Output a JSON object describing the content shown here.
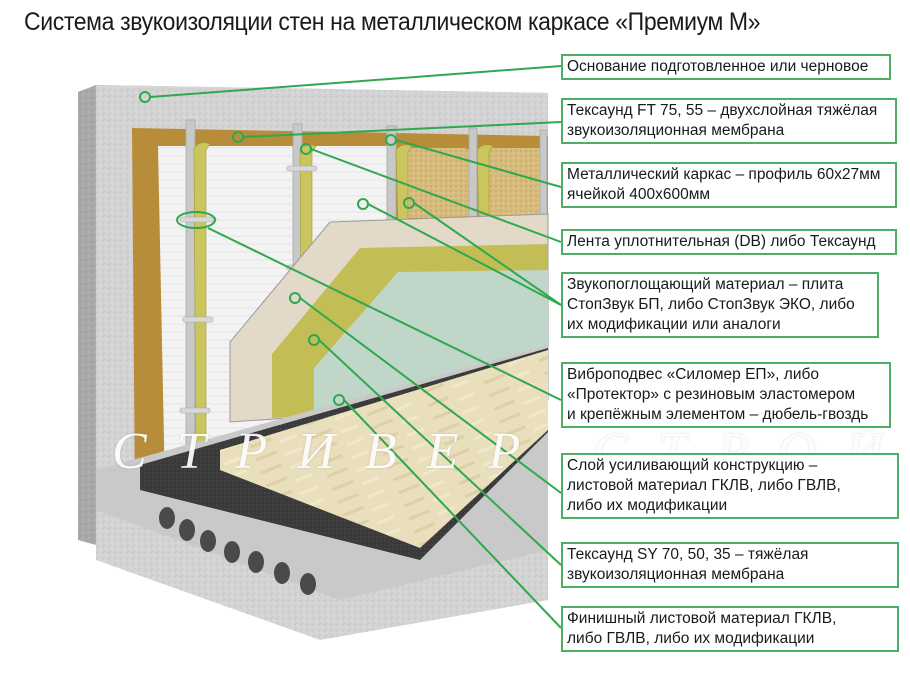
{
  "title": "Система звукоизоляции стен на металлическом каркасе «Премиум М»",
  "watermark": "СТРИВЕР СТРОЙ",
  "colors": {
    "leader_green": "#2fa84f",
    "box_border": "#4caf64",
    "concrete": "#cfcfcf",
    "membrane_brown": "#b88d3a",
    "tape_yellow": "#c9c35a",
    "insulation": "#d8bf84",
    "board_beige": "#e2d9c8",
    "board_green": "#bfd6c8",
    "floor_wood": "#e7dcb8",
    "floor_membrane": "#3d3d3d"
  },
  "labels": [
    {
      "id": "base",
      "lines": [
        "Основание подготовленное или черновое"
      ]
    },
    {
      "id": "texound-ft",
      "lines": [
        "Тексаунд FT 75, 55 – двухслойная тяжёлая",
        "звукоизоляционная мембрана"
      ]
    },
    {
      "id": "metal-frame",
      "lines": [
        "Металлический каркас – профиль 60х27мм",
        "ячейкой 400х600мм"
      ]
    },
    {
      "id": "sealing-tape",
      "lines": [
        "Лента уплотнительная (DB) либо Тексаунд"
      ]
    },
    {
      "id": "absorber",
      "lines": [
        "Звукопоглощающий материал – плита",
        "СтопЗвук БП, либо СтопЗвук ЭКО, либо",
        "их модификации или аналоги"
      ]
    },
    {
      "id": "vibro-hanger",
      "lines": [
        "Виброподвес «Силомер ЕП», либо",
        "«Протектор» с резиновым эластомером",
        "и крепёжным элементом – дюбель-гвоздь"
      ]
    },
    {
      "id": "reinforcing-layer",
      "lines": [
        "Слой усиливающий конструкцию –",
        "листовой материал ГКЛВ, либо ГВЛВ,",
        "либо их модификации"
      ]
    },
    {
      "id": "texound-sy",
      "lines": [
        "Тексаунд SY 70, 50, 35 – тяжёлая",
        "звукоизоляционная мембрана"
      ]
    },
    {
      "id": "finish-sheet",
      "lines": [
        "Финишный листовой материал ГКЛВ,",
        "либо ГВЛВ, либо их модификации"
      ]
    }
  ]
}
